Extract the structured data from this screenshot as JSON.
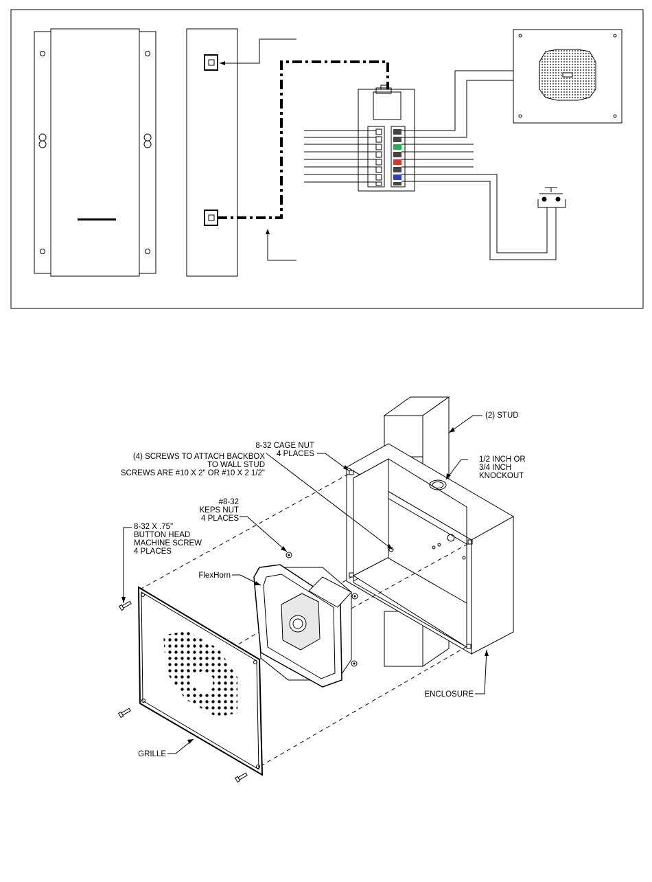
{
  "labels": {
    "stud": "(2) STUD",
    "cage_nut_1": "8-32 CAGE NUT",
    "cage_nut_2": "4 PLACES",
    "screws_1": "(4) SCREWS TO ATTACH BACKBOX",
    "screws_2": "TO WALL STUD",
    "screws_3": "SCREWS ARE #10 X 2\" OR #10 X 2 1/2\"",
    "knockout_1": "1/2 INCH OR",
    "knockout_2": "3/4 INCH",
    "knockout_3": "KNOCKOUT",
    "keps_1": "#8-32",
    "keps_2": "KEPS NUT",
    "keps_3": "4 PLACES",
    "machine_1": "8-32 X .75\"",
    "machine_2": "BUTTON HEAD",
    "machine_3": "MACHINE SCREW",
    "machine_4": "4 PLACES",
    "flexhorn": "FlexHorn",
    "enclosure": "ENCLOSURE",
    "grille": "GRILLE"
  },
  "terminal_colors": {
    "green": "#21b24a",
    "red": "#e0312b",
    "blue": "#2a3fd6"
  }
}
